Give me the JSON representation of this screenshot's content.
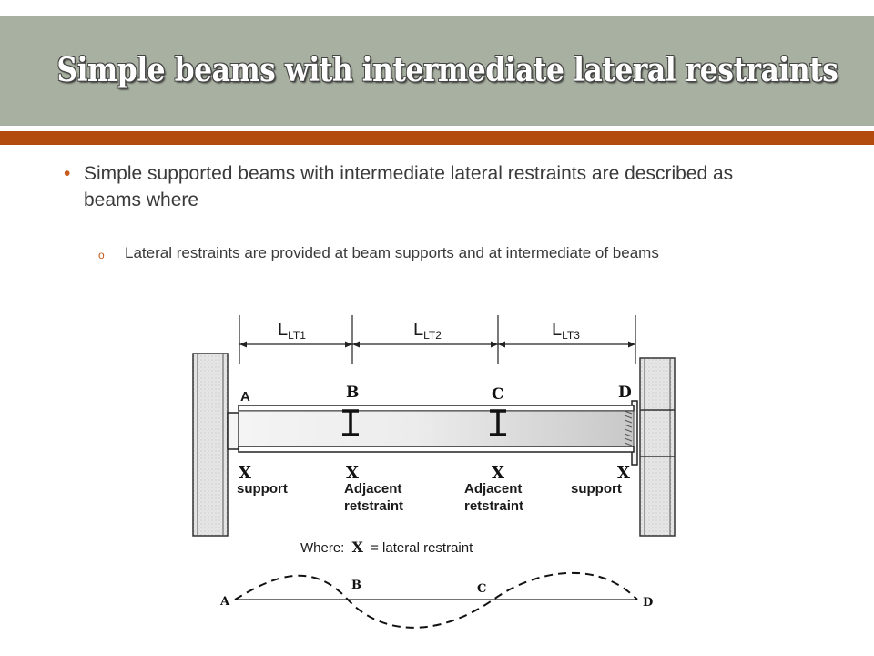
{
  "slide": {
    "title": "Simple beams with intermediate lateral restraints",
    "bullets": [
      {
        "marker": "•",
        "text": "Simple supported beams with intermediate lateral restraints are described as beams where"
      },
      {
        "marker": "o",
        "text": "Lateral restraints are provided at beam supports and at intermediate of beams"
      }
    ]
  },
  "diagram": {
    "segments": [
      {
        "main": "L",
        "sub": "LT1"
      },
      {
        "main": "L",
        "sub": "LT2"
      },
      {
        "main": "L",
        "sub": "LT3"
      }
    ],
    "points": [
      "A",
      "B",
      "C",
      "D"
    ],
    "restraint_mark": "X",
    "restraint_labels": [
      {
        "line1": "support",
        "line2": ""
      },
      {
        "line1": "Adjacent",
        "line2": "retstraint"
      },
      {
        "line1": "Adjacent",
        "line2": "retstraint"
      },
      {
        "line1": "support",
        "line2": ""
      }
    ],
    "legend": {
      "prefix": "Where:",
      "mark": "X",
      "suffix": "= lateral restraint"
    },
    "buckled_points": [
      "A",
      "B",
      "C",
      "D"
    ]
  },
  "colors": {
    "title_bar": "#a8b1a1",
    "accent_line": "#b34a0e",
    "bullet_marker": "#c55a1c",
    "body_text": "#3a3a3a"
  }
}
